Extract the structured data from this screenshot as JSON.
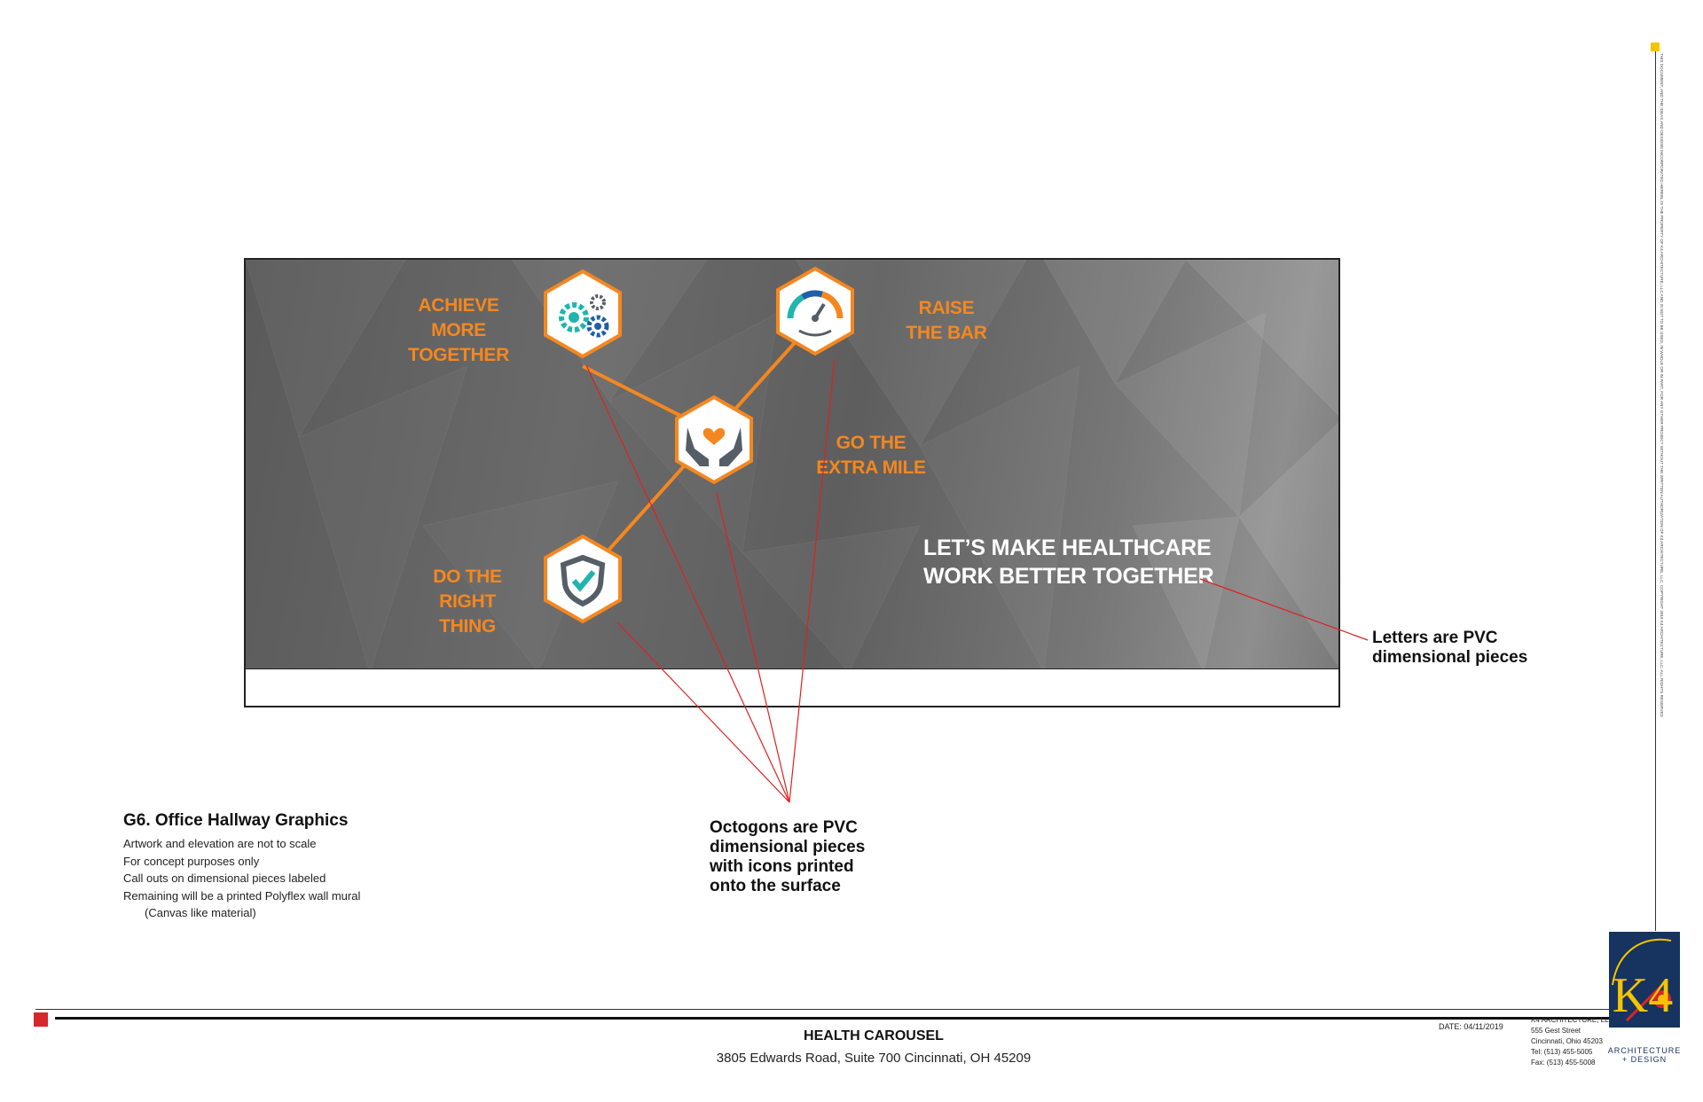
{
  "mural": {
    "labels": {
      "achieve": "ACHIEVE\nMORE\nTOGETHER",
      "raise": "RAISE\nTHE BAR",
      "extra_mile": "GO THE\nEXTRA MILE",
      "right_thing": "DO THE\nRIGHT\nTHING"
    },
    "tagline": "LET’S MAKE HEALTHCARE\nWORK BETTER TOGETHER",
    "icons": [
      "gears-icon",
      "gauge-icon",
      "heart-hands-icon",
      "shield-check-icon"
    ],
    "colors": {
      "accent": "#f5871f",
      "teal": "#1fb5ad",
      "blue": "#1e5fa8",
      "gray_icon": "#555e66",
      "background": "#5f5f5f"
    }
  },
  "callouts": {
    "letters": "Letters are PVC\ndimensional pieces",
    "octogons": "Octogons are PVC\ndimensional pieces\nwith icons printed\nonto the surface"
  },
  "notes": {
    "title": "G6. Office Hallway Graphics",
    "lines": [
      "Artwork and elevation are not to scale",
      "For concept purposes only",
      "Call outs on dimensional pieces labeled",
      "Remaining will be a printed Polyflex wall mural",
      "(Canvas like material)"
    ]
  },
  "title_block": {
    "project_name": "HEALTH CAROUSEL",
    "address": "3805 Edwards Road, Suite 700 Cincinnati, OH 45209",
    "date": "DATE: 04/11/2019",
    "firm": [
      "K4 ARCHITECTURE, LLC",
      "555 Gest Street",
      "Cincinnati, Ohio 45203",
      "Tel: (513) 455-5005",
      "Fax: (513) 455-5008"
    ],
    "logo_caption": "ARCHITECTURE\n+ DESIGN",
    "logo_mark": "K4",
    "notice": "THIS DOCUMENT, AND THE IDEAS AND DESIGNS INCORPORATED HEREIN, IS THE PROPERTY OF K4 ARCHITECTURE, LLC AND IS NOT TO BE USED, IN WHOLE OR IN PART, FOR ANY OTHER PROJECT WITHOUT THE WRITTEN AUTHORIZATION OF K4 ARCHITECTURE, LLC. COPYRIGHT 2018 K4 ARCHITECTURE, LLC. ALL RIGHTS RESERVED"
  }
}
